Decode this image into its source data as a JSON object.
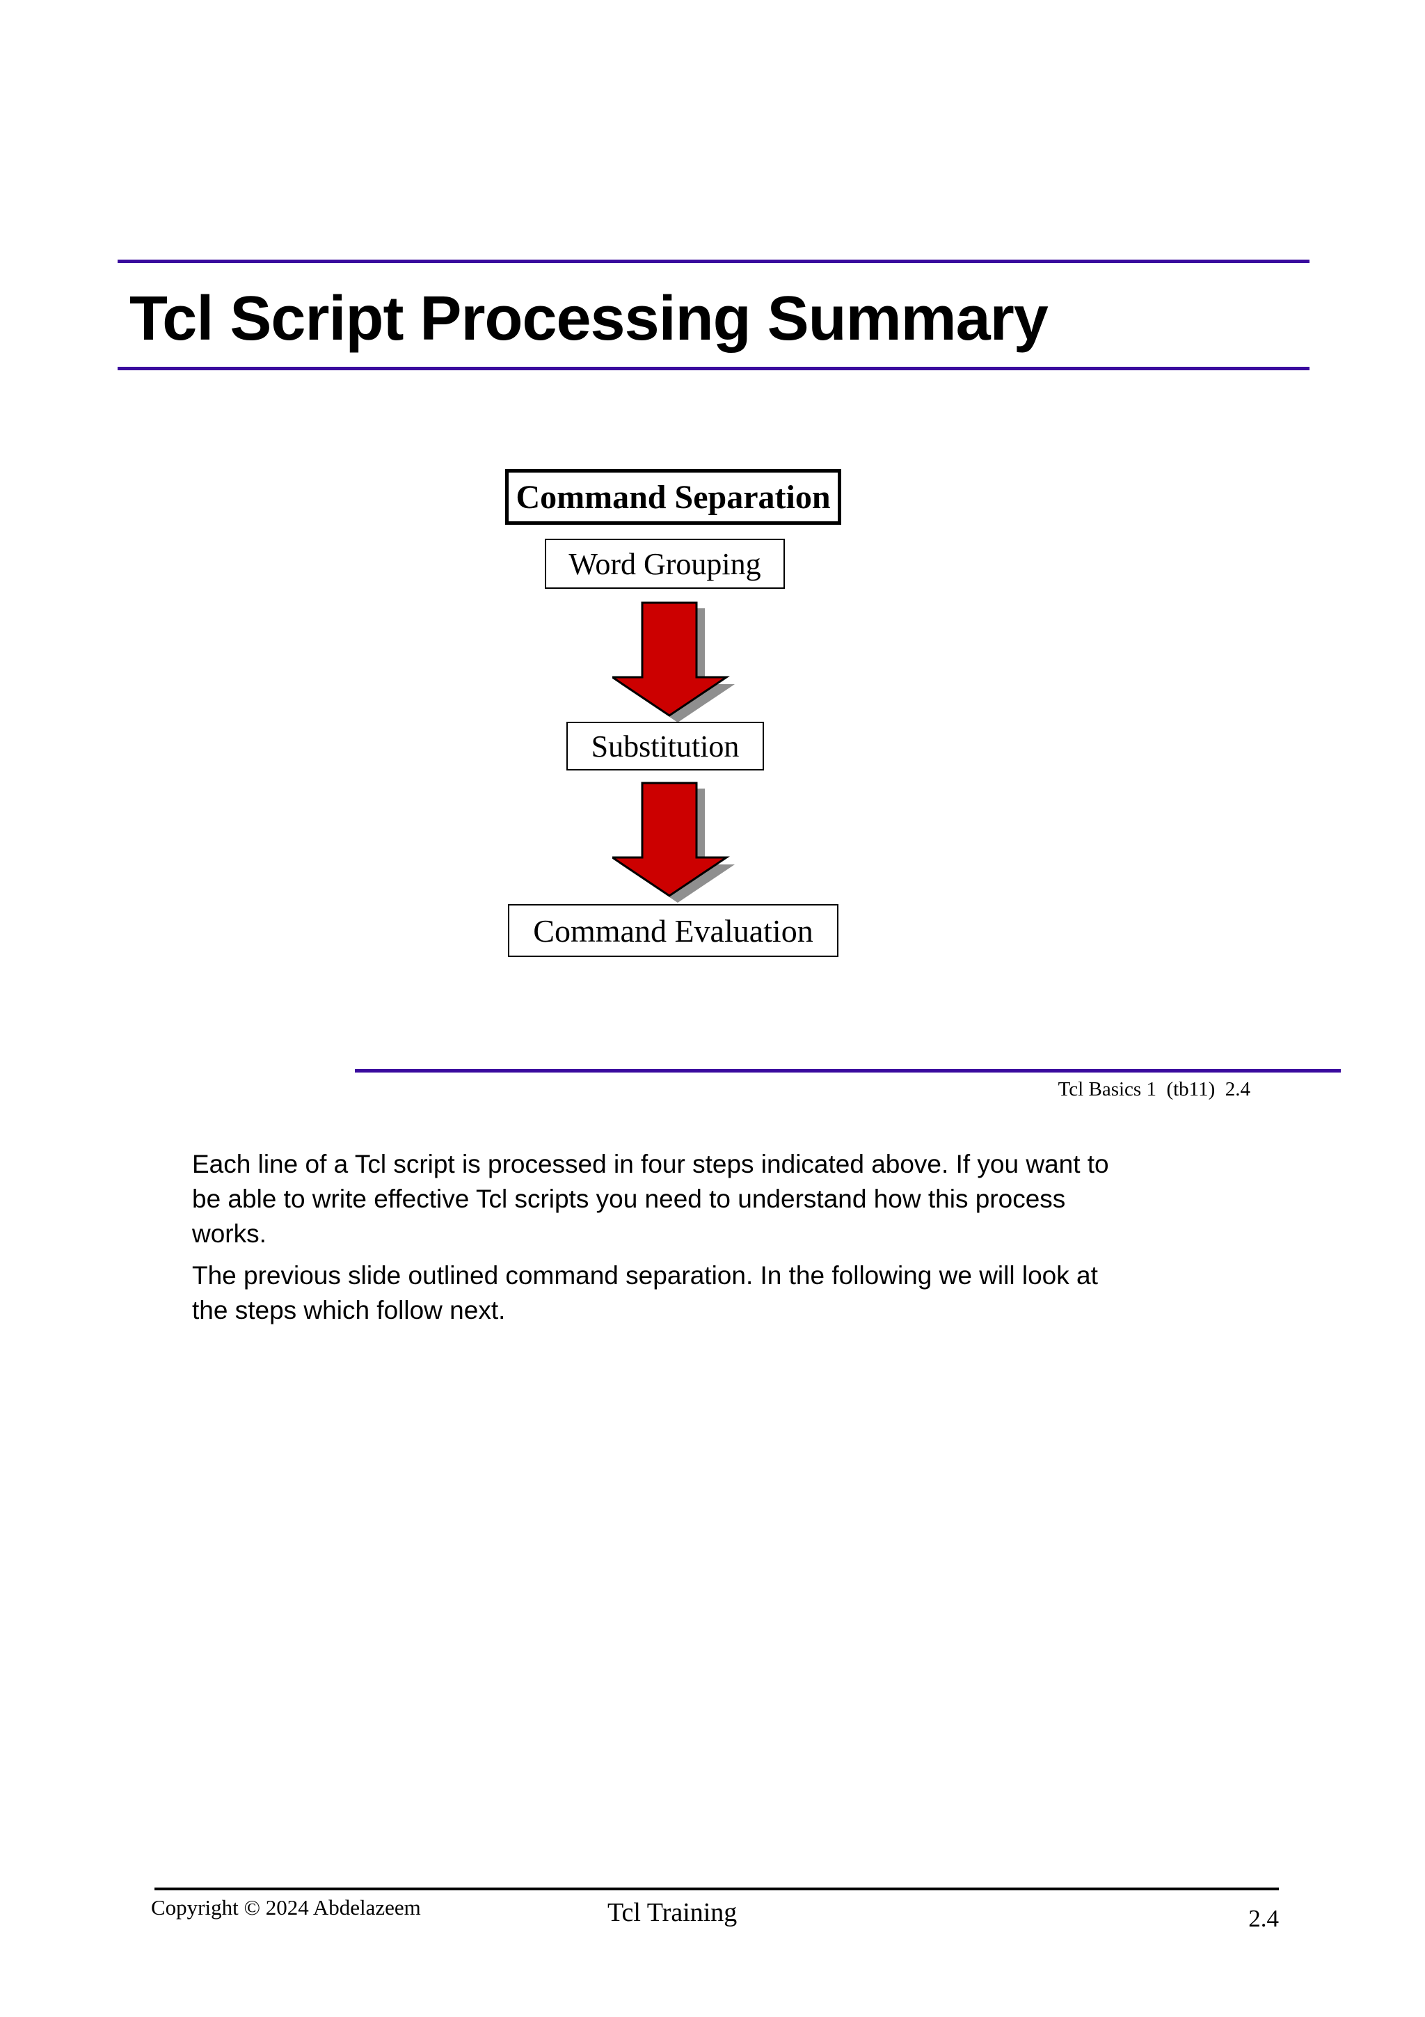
{
  "colors": {
    "accent_purple": "#3a0b9e",
    "arrow_red": "#cc0000",
    "arrow_shadow": "#8f8f8f",
    "text": "#000000",
    "background": "#ffffff"
  },
  "header": {
    "title": "Tcl Script Processing Summary"
  },
  "flowchart": {
    "boxes": [
      {
        "label": "Command Separation",
        "emphasis": "bold-border"
      },
      {
        "label": "Word Grouping"
      },
      {
        "label": "Substitution"
      },
      {
        "label": "Command Evaluation"
      }
    ],
    "arrows": [
      {
        "icon": "arrow-down-icon"
      },
      {
        "icon": "arrow-down-icon"
      }
    ]
  },
  "slide_caption": "Tcl Basics 1  (tb11)  2.4",
  "body": {
    "paragraphs": [
      {
        "lines": [
          "Each line of a Tcl script is processed in four steps indicated above. If you want to",
          "be able to write effective Tcl scripts you need to understand how this process",
          "works."
        ]
      },
      {
        "lines": [
          "The previous slide outlined command separation. In the following we will look at",
          "the steps which follow next."
        ]
      }
    ]
  },
  "footer": {
    "copyright": "Copyright © 2024 Abdelazeem",
    "center": "Tcl Training",
    "page_number": "2.4"
  }
}
